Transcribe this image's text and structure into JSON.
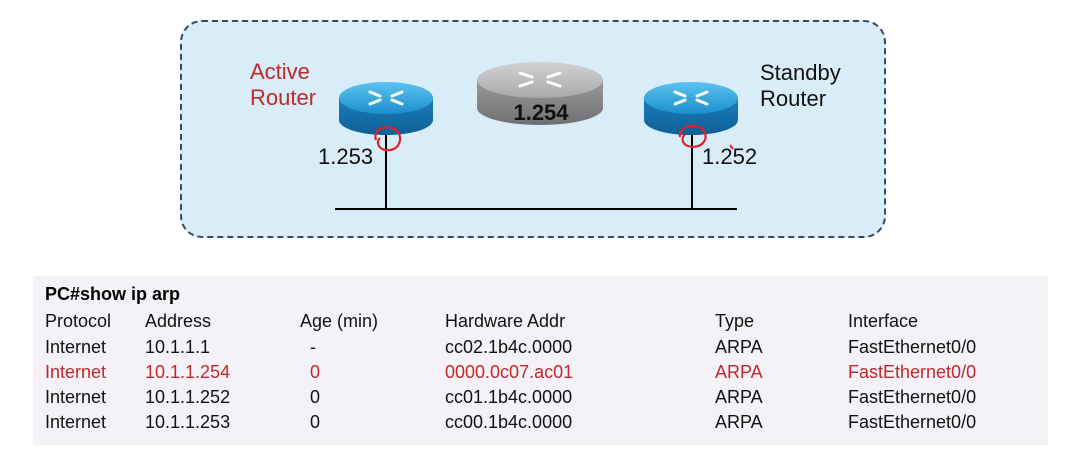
{
  "diagram": {
    "active_router": {
      "label_line1": "Active",
      "label_line2": "Router",
      "ip": "1.253"
    },
    "virtual_router": {
      "label": "1.254"
    },
    "standby_router": {
      "label_line1": "Standby",
      "label_line2": "Router",
      "ip": "1.252"
    },
    "colors": {
      "active_label": "#c0282a",
      "router_blue": "#1a8fcd",
      "router_gray": "#a9a9ab",
      "annotation": "#e0202a"
    }
  },
  "arp": {
    "command": "PC#show ip arp",
    "headers": [
      "Protocol",
      "Address",
      "Age (min)",
      "Hardware Addr",
      "Type",
      "Interface"
    ],
    "rows": [
      [
        "Internet",
        "10.1.1.1",
        "-",
        "cc02.1b4c.0000",
        "ARPA",
        "FastEthernet0/0"
      ],
      [
        "Internet",
        "10.1.1.254",
        "0",
        "0000.0c07.ac01",
        "ARPA",
        "FastEthernet0/0"
      ],
      [
        "Internet",
        "10.1.1.252",
        "0",
        "cc01.1b4c.0000",
        "ARPA",
        "FastEthernet0/0"
      ],
      [
        "Internet",
        "10.1.1.253",
        "0",
        "cc00.1b4c.0000",
        "ARPA",
        "FastEthernet0/0"
      ]
    ],
    "highlight_color": "#c0282a"
  }
}
